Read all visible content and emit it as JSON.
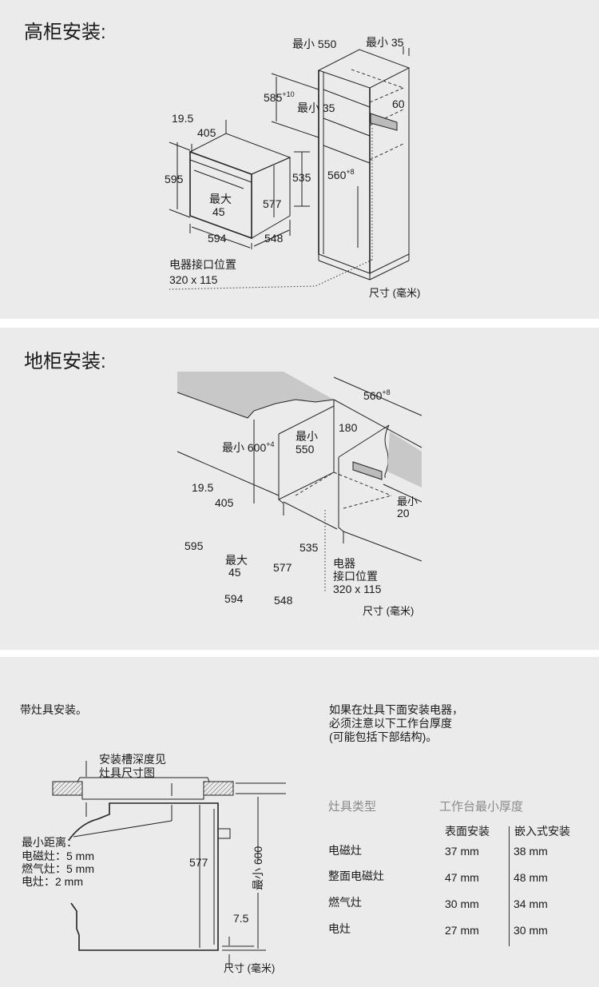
{
  "tall": {
    "title": "高柜安装:",
    "min550": "最小 550",
    "min35_top": "最小 35",
    "h585": "585",
    "h585_tol": "+10",
    "min35_mid": "最小 35",
    "d60": "60",
    "w560": "560",
    "w560_tol": "+8",
    "d19_5": "19.5",
    "d405": "405",
    "h595": "595",
    "h535": "535",
    "max_label": "最大",
    "max_val": "45",
    "h577": "577",
    "w594": "594",
    "d548": "548",
    "socket_label": "电器接口位置",
    "socket_size": "320 x 115",
    "units": "尺寸 (毫米)"
  },
  "base": {
    "title": "地柜安装:",
    "w560": "560",
    "w560_tol": "+8",
    "min600": "最小 600",
    "min600_tol": "+4",
    "min550_a": "最小",
    "min550_b": "550",
    "d180": "180",
    "d19_5": "19.5",
    "d405": "405",
    "h595": "595",
    "h535": "535",
    "max_label": "最大",
    "max_val": "45",
    "h577": "577",
    "w594": "594",
    "d548": "548",
    "min20_a": "最小",
    "min20_b": "20",
    "socket_a": "电器",
    "socket_b": "接口位置",
    "socket_size": "320 x 115",
    "units": "尺寸 (毫米)"
  },
  "hob": {
    "title": "带灶具安装。",
    "note_lines": [
      "如果在灶具下面安装电器，",
      "必须注意以下工作台厚度",
      "(可能包括下部结构)。"
    ],
    "cutout_lines": [
      "安装槽深度见",
      "灶具尺寸图"
    ],
    "min_dist_lines": [
      "最小距离：",
      "电磁灶：5 mm",
      "燃气灶：5 mm",
      "电灶：2 mm"
    ],
    "h577": "577",
    "min600": "最小 600",
    "d7_5": "7.5",
    "units": "尺寸 (毫米)",
    "table": {
      "col_type": "灶具类型",
      "col_thickness": "工作台最小厚度",
      "sub_surface": "表面安装",
      "sub_flush": "嵌入式安装",
      "rows": [
        {
          "type": "电磁灶",
          "surface": "37 mm",
          "flush": "38 mm"
        },
        {
          "type": "整面电磁灶",
          "surface": "47 mm",
          "flush": "48 mm"
        },
        {
          "type": "燃气灶",
          "surface": "30 mm",
          "flush": "34 mm"
        },
        {
          "type": "电灶",
          "surface": "27 mm",
          "flush": "30 mm"
        }
      ]
    }
  }
}
